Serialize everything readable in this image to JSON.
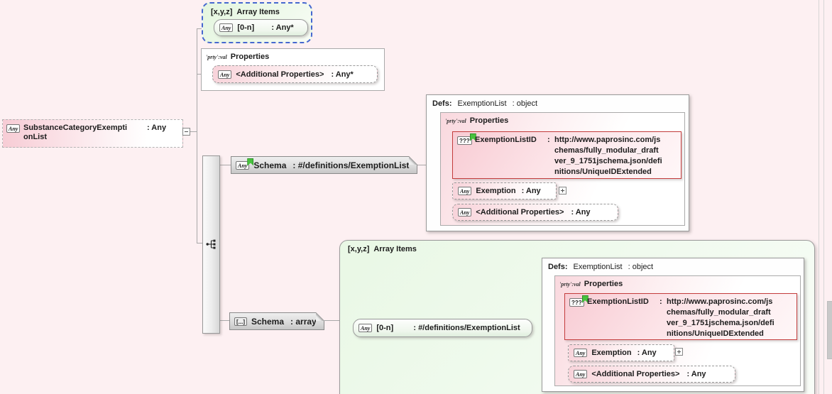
{
  "colors": {
    "background": "#fdf0f2",
    "red_border": "#c43c3c",
    "blue_dashed_border": "#4668cf",
    "flag_green": "#48c23e",
    "array_items_green": "#e9f8e5",
    "pink_node": "#f8d3da"
  },
  "root_node": {
    "badge": "Any",
    "name_lines": [
      "SubstanceCategoryExempti",
      "onList"
    ],
    "type": ": Any"
  },
  "top_array_items": {
    "tag": "[x,y,z]",
    "label": "Array Items",
    "item": {
      "badge": "Any",
      "name": "[0-n]",
      "type": ": Any*"
    }
  },
  "top_properties": {
    "tag": "'prty':val",
    "label": "Properties",
    "item": {
      "badge": "Any",
      "name": "<Additional Properties>",
      "type": ": Any*"
    }
  },
  "schema_ref": {
    "badge": "Any",
    "name": "Schema",
    "type": ": #/definitions/ExemptionList"
  },
  "schema_array": {
    "badge": "[...]",
    "name": "Schema",
    "type": ": array"
  },
  "bottom_array_items": {
    "tag": "[x,y,z]",
    "label": "Array Items",
    "item": {
      "badge": "Any",
      "name": "[0-n]",
      "type": ": #/definitions/ExemptionList"
    }
  },
  "defs_top": {
    "title": "Defs:",
    "name": "ExemptionList",
    "type": ": object",
    "properties": {
      "tag": "'prty':val",
      "label": "Properties",
      "exemption_list_id": {
        "badge": "???",
        "name": "ExemptionListID",
        "colon": ":",
        "url_lines": [
          "http://www.paprosinc.com/js",
          "chemas/fully_modular_draft",
          "ver_9_1751jschema.json/defi",
          "nitions/UniqueIDExtended"
        ]
      },
      "exemption": {
        "badge": "Any",
        "name": "Exemption",
        "type": ": Any"
      },
      "additional_properties": {
        "badge": "Any",
        "name": "<Additional Properties>",
        "type": ": Any"
      }
    }
  },
  "defs_bottom": {
    "title": "Defs:",
    "name": "ExemptionList",
    "type": ": object",
    "properties": {
      "tag": "'prty':val",
      "label": "Properties",
      "exemption_list_id": {
        "badge": "???",
        "name": "ExemptionListID",
        "colon": ":",
        "url_lines": [
          "http://www.paprosinc.com/js",
          "chemas/fully_modular_draft",
          "ver_9_1751jschema.json/defi",
          "nitions/UniqueIDExtended"
        ]
      },
      "exemption": {
        "badge": "Any",
        "name": "Exemption",
        "type": ": Any"
      },
      "additional_properties": {
        "badge": "Any",
        "name": "<Additional Properties>",
        "type": ": Any"
      }
    }
  }
}
